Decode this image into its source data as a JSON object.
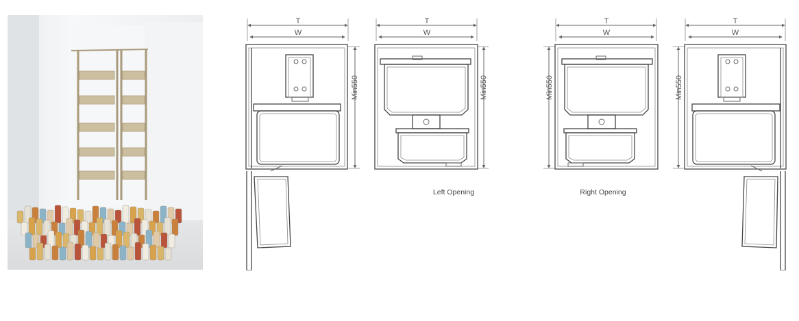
{
  "photo": {
    "subject": "pantry-pull-out-rack-photo"
  },
  "dimension_labels": {
    "t": "T",
    "w": "W",
    "min_depth": "Min550"
  },
  "captions": {
    "left_opening": "Left Opening",
    "right_opening": "Right Opening"
  },
  "colors": {
    "line": "#666666",
    "frame": "#444444",
    "rack_metal": "#b8a98a",
    "background": "#ffffff"
  }
}
